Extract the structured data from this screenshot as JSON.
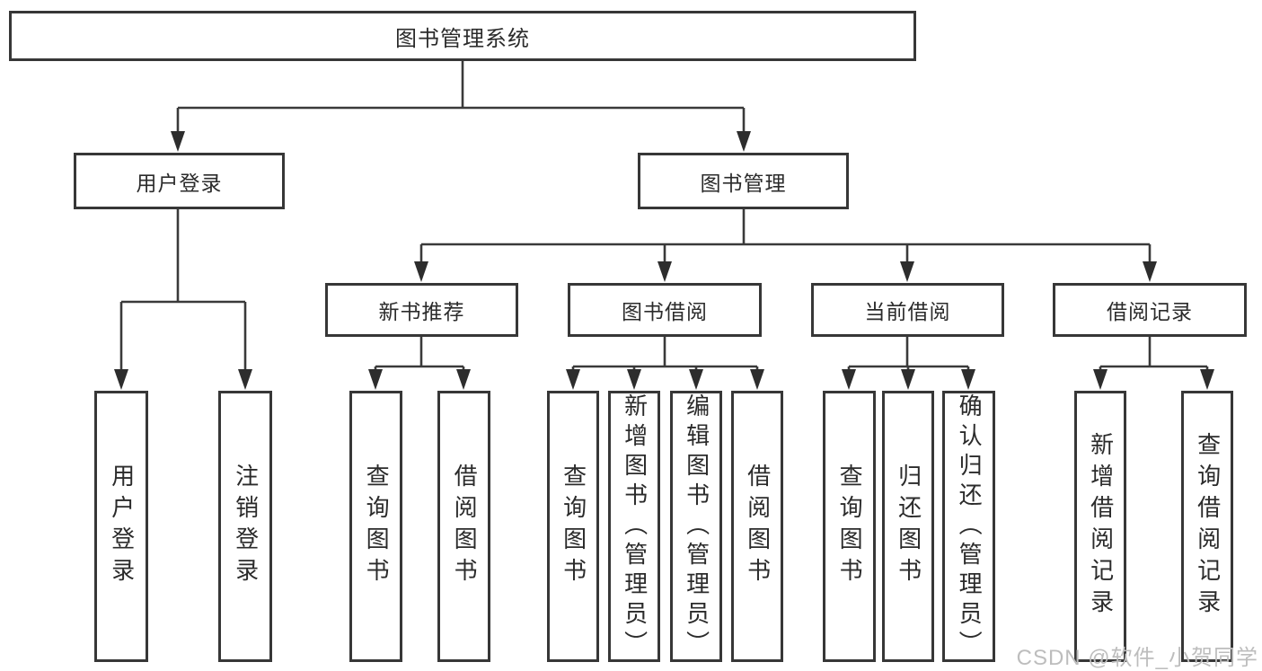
{
  "diagram": {
    "root": {
      "label": "图书管理系统"
    },
    "children": [
      {
        "label": "用户登录",
        "children": [
          {
            "label": "用户登录"
          },
          {
            "label": "注销登录"
          }
        ]
      },
      {
        "label": "图书管理",
        "children": [
          {
            "label": "新书推荐",
            "children": [
              {
                "label": "查询图书"
              },
              {
                "label": "借阅图书"
              }
            ]
          },
          {
            "label": "图书借阅",
            "children": [
              {
                "label": "查询图书"
              },
              {
                "label": "新增图书（管理员）"
              },
              {
                "label": "编辑图书（管理员）"
              },
              {
                "label": "借阅图书"
              }
            ]
          },
          {
            "label": "当前借阅",
            "children": [
              {
                "label": "查询图书"
              },
              {
                "label": "归还图书"
              },
              {
                "label": "确认归还（管理员）"
              }
            ]
          },
          {
            "label": "借阅记录",
            "children": [
              {
                "label": "新增借阅记录"
              },
              {
                "label": "查询借阅记录"
              }
            ]
          }
        ]
      }
    ]
  },
  "watermark": {
    "text": "CSDN @软件_小贺同学"
  },
  "colors": {
    "line": "#3a3a3a",
    "arrow": "#2d2d2d",
    "box_border": "#373737",
    "text": "#2b2b2b",
    "watermark": "#bdbdbd",
    "background": "#ffffff"
  }
}
